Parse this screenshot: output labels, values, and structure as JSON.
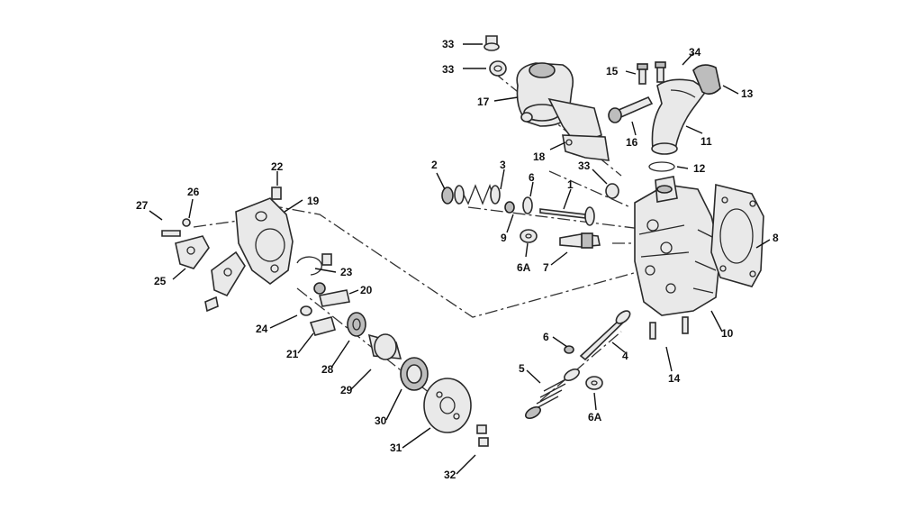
{
  "labels": {
    "l33a": "33",
    "l33b": "33",
    "l34": "34",
    "l15": "15",
    "l13": "13",
    "l17": "17",
    "l16": "16",
    "l11": "11",
    "l18": "18",
    "l12": "12",
    "l33c": "33",
    "l2": "2",
    "l3": "3",
    "l6a": "6",
    "l1": "1",
    "l8": "8",
    "l22": "22",
    "l26": "26",
    "l27": "27",
    "l19": "19",
    "l9": "9",
    "l6Aa": "6A",
    "l7": "7",
    "l25": "25",
    "l23": "23",
    "l20": "20",
    "l24": "24",
    "l21": "21",
    "l28": "28",
    "l10": "10",
    "l6b": "6",
    "l4": "4",
    "l14": "14",
    "l5": "5",
    "l29": "29",
    "l6Ab": "6A",
    "l30": "30",
    "l31": "31",
    "l32": "32"
  }
}
